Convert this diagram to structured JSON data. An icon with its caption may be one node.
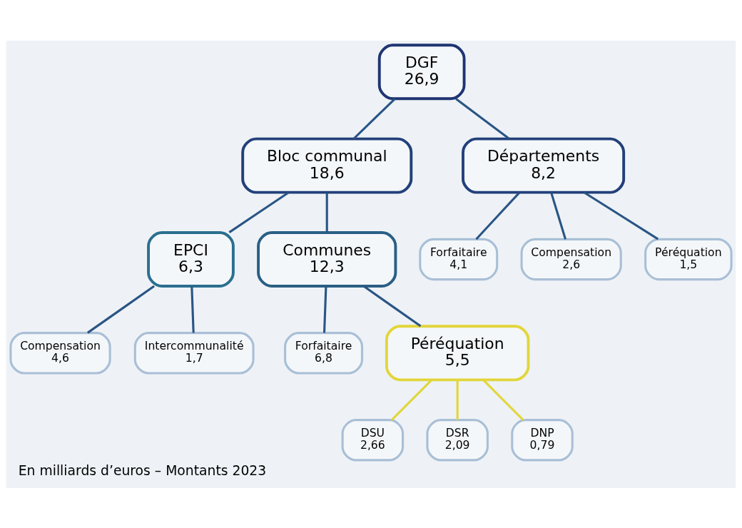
{
  "diagram": {
    "caption": "En milliards d’euros – Montants 2023",
    "nodes": [
      {
        "text": [
          "DGF",
          "26,9"
        ]
      },
      {
        "text": [
          "Bloc communal",
          "18,6"
        ]
      },
      {
        "text": [
          "Départements",
          "8,2"
        ]
      },
      {
        "text": [
          "Forfaitaire",
          "4,1"
        ]
      },
      {
        "text": [
          "Compensation",
          "2,6"
        ]
      },
      {
        "text": [
          "Péréquation",
          "1,5"
        ]
      },
      {
        "text": [
          "EPCI",
          "6,3"
        ]
      },
      {
        "text": [
          "Compensation",
          "4,6"
        ]
      },
      {
        "text": [
          "Intercommunalité",
          "1,7"
        ]
      },
      {
        "text": [
          "Communes",
          "12,3"
        ]
      },
      {
        "text": [
          "Forfaitaire",
          "6,8"
        ]
      },
      {
        "text": [
          "Péréquation",
          "5,5"
        ]
      },
      {
        "text": [
          "DSU",
          "2,66"
        ]
      },
      {
        "text": [
          "DSR",
          "2,09"
        ]
      },
      {
        "text": [
          "DNP",
          "0,79"
        ]
      }
    ],
    "edges": [
      {
        "from": 0,
        "to": 1,
        "arrow": "none"
      },
      {
        "from": 0,
        "to": 2,
        "arrow": "none"
      },
      {
        "from": 2,
        "to": 3,
        "arrow": "none"
      },
      {
        "from": 2,
        "to": 4,
        "arrow": "none"
      },
      {
        "from": 2,
        "to": 5,
        "arrow": "none"
      },
      {
        "from": 1,
        "to": 6,
        "arrow": "none"
      },
      {
        "from": 1,
        "to": 9,
        "arrow": "none"
      },
      {
        "from": 6,
        "to": 7,
        "arrow": "none"
      },
      {
        "from": 6,
        "to": 8,
        "arrow": "none"
      },
      {
        "from": 9,
        "to": 10,
        "arrow": "none"
      },
      {
        "from": 9,
        "to": 11,
        "arrow": "none"
      },
      {
        "from": 11,
        "to": 12,
        "arrow": "none",
        "color": "#e2d63c"
      },
      {
        "from": 11,
        "to": 13,
        "arrow": "none",
        "color": "#e2d63c"
      },
      {
        "from": 11,
        "to": 14,
        "arrow": "none",
        "color": "#e2d63c"
      }
    ]
  }
}
